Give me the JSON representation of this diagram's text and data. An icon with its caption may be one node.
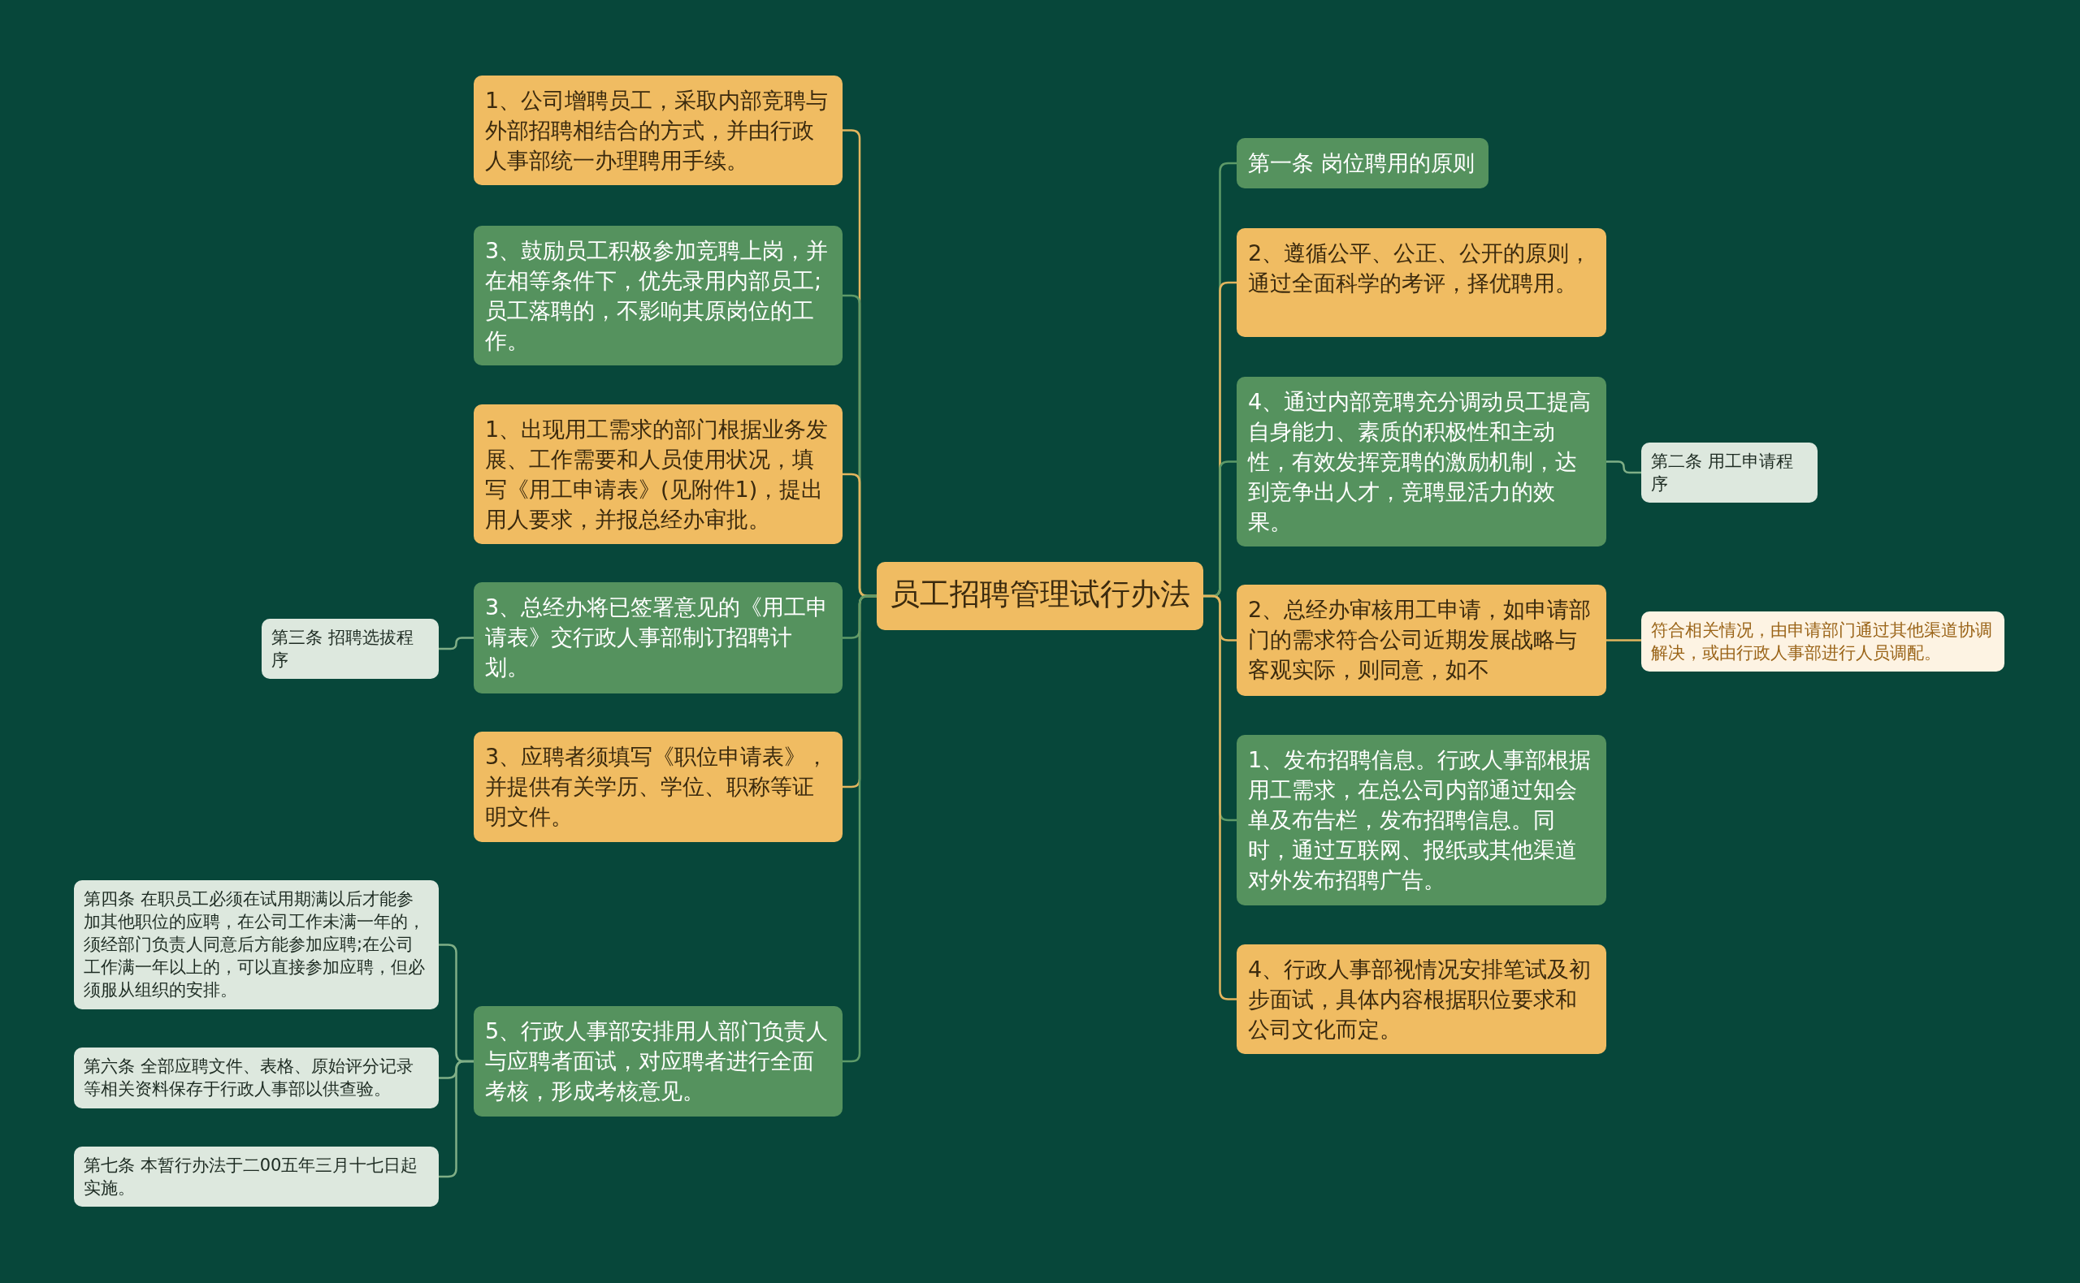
{
  "diagram": {
    "nodes": [
      {
        "text": [
          "员工招聘管理试行办法"
        ]
      },
      {
        "text": [
          "1、公司增聘员工，采取内部竞聘与外部招聘相结合的方式，并由行政人事部统一办理聘用手续。"
        ]
      },
      {
        "text": [
          "3、鼓励员工积极参加竞聘上岗，并在相等条件下，优先录用内部员工;员工落聘的，不影响其原岗位的工作。"
        ]
      },
      {
        "text": [
          "1、出现用工需求的部门根据业务发展、工作需要和人员使用状况，填写《用工申请表》(见附件1)，提出用人要求，并报总经办审批。"
        ]
      },
      {
        "text": [
          "3、总经办将已签署意见的《用工申请表》交行政人事部制订招聘计划。"
        ]
      },
      {
        "text": [
          "3、应聘者须填写《职位申请表》，并提供有关学历、学位、职称等证明文件。"
        ]
      },
      {
        "text": [
          "5、行政人事部安排用人部门负责人与应聘者面试，对应聘者进行全面考核，形成考核意见。"
        ]
      },
      {
        "text": [
          "第三条 招聘选拔程序"
        ]
      },
      {
        "text": [
          "第四条 在职员工必须在试用期满以后才能参加其他职位的应聘，在公司工作未满一年的，须经部门负责人同意后方能参加应聘;在公司工作满一年以上的，可以直接参加应聘，但必须服从组织的安排。"
        ]
      },
      {
        "text": [
          "第六条 全部应聘文件、表格、原始评分记录等相关资料保存于行政人事部以供查验。"
        ]
      },
      {
        "text": [
          "第七条 本暂行办法于二00五年三月十七日起实施。"
        ]
      },
      {
        "text": [
          "第一条 岗位聘用的原则"
        ]
      },
      {
        "text": [
          "2、遵循公平、公正、公开的原则，通过全面科学的考评，择优聘用。"
        ]
      },
      {
        "text": [
          "4、通过内部竞聘充分调动员工提高自身能力、素质的积极性和主动性，有效发挥竞聘的激励机制，达到竞争出人才，竞聘显活力的效果。"
        ]
      },
      {
        "text": [
          "第二条 用工申请程序"
        ]
      },
      {
        "text": [
          "2、总经办审核用工申请，如申请部门的需求符合公司近期发展战略与客观实际，则同意，如不"
        ]
      },
      {
        "text": [
          "符合相关情况，由申请部门通过其他渠道协调解决，或由行政人事部进行人员调配。"
        ]
      },
      {
        "text": [
          "1、发布招聘信息。行政人事部根据用工需求，在总公司内部通过知会单及布告栏，发布招聘信息。同时，通过互联网、报纸或其他渠道对外发布招聘广告。"
        ]
      },
      {
        "text": [
          "4、行政人事部视情况安排笔试及初步面试，具体内容根据职位要求和公司文化而定。"
        ]
      }
    ],
    "edges": [
      {
        "from": 0,
        "to": 1,
        "arrow": "none"
      },
      {
        "from": 0,
        "to": 2,
        "arrow": "none",
        "color": "#5e9a68"
      },
      {
        "from": 0,
        "to": 3,
        "arrow": "none"
      },
      {
        "from": 0,
        "to": 4,
        "arrow": "none",
        "color": "#5e9a68"
      },
      {
        "from": 0,
        "to": 5,
        "arrow": "none"
      },
      {
        "from": 0,
        "to": 6,
        "arrow": "none",
        "color": "#5e9a68"
      },
      {
        "from": 4,
        "to": 7,
        "arrow": "none",
        "color": "#7fae86"
      },
      {
        "from": 6,
        "to": 8,
        "arrow": "none",
        "color": "#7fae86"
      },
      {
        "from": 6,
        "to": 9,
        "arrow": "none",
        "color": "#7fae86"
      },
      {
        "from": 6,
        "to": 10,
        "arrow": "none",
        "color": "#7fae86"
      },
      {
        "from": 0,
        "to": 11,
        "arrow": "none",
        "color": "#5e9a68"
      },
      {
        "from": 0,
        "to": 12,
        "arrow": "none"
      },
      {
        "from": 0,
        "to": 13,
        "arrow": "none",
        "color": "#5e9a68"
      },
      {
        "from": 13,
        "to": 14,
        "arrow": "none",
        "color": "#7fae86"
      },
      {
        "from": 0,
        "to": 15,
        "arrow": "none"
      },
      {
        "from": 15,
        "to": 16,
        "arrow": "none"
      },
      {
        "from": 0,
        "to": 17,
        "arrow": "none",
        "color": "#5e9a68"
      },
      {
        "from": 0,
        "to": 18,
        "arrow": "none"
      }
    ]
  }
}
